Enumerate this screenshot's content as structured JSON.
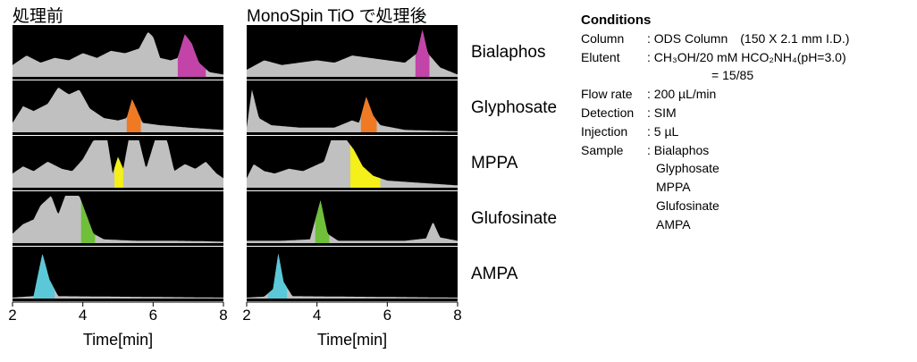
{
  "titles": {
    "left": "処理前",
    "right": "MonoSpin TiO で処理後"
  },
  "conditions": {
    "heading": "Conditions",
    "rows": [
      {
        "key": "Column",
        "value": ": ODS Column　(150 X 2.1 mm I.D.)"
      },
      {
        "key": "Elutent",
        "value": ": CH₃OH/20 mM HCO₂NH₄(pH=3.0)"
      },
      {
        "key": "",
        "value": "= 15/85",
        "indent": "far"
      },
      {
        "key": "Flow rate",
        "value": ": 200 µL/min"
      },
      {
        "key": "Detection",
        "value": ": SIM"
      },
      {
        "key": "Injection",
        "value": ": 5 µL"
      },
      {
        "key": "Sample",
        "value": ": Bialaphos"
      },
      {
        "key": "",
        "value": "Glyphosate",
        "indent": "sub"
      },
      {
        "key": "",
        "value": "MPPA",
        "indent": "sub"
      },
      {
        "key": "",
        "value": "Glufosinate",
        "indent": "sub"
      },
      {
        "key": "",
        "value": "AMPA",
        "indent": "sub"
      }
    ]
  },
  "chart_data": {
    "type": "area",
    "xlabel": "Time[min]",
    "xlim": [
      2,
      8
    ],
    "xticks": [
      2,
      4,
      6,
      8
    ],
    "panel_background": "#000000",
    "trace_color": "#c0c0c0",
    "compounds": [
      {
        "name": "Bialaphos",
        "color": "#c244a8",
        "before": {
          "peak_rt": 7.0,
          "highlight": [
            6.7,
            7.5
          ],
          "trace": [
            [
              2,
              0.25
            ],
            [
              2.4,
              0.45
            ],
            [
              2.8,
              0.3
            ],
            [
              3.2,
              0.4
            ],
            [
              3.6,
              0.35
            ],
            [
              4.0,
              0.5
            ],
            [
              4.4,
              0.4
            ],
            [
              4.8,
              0.55
            ],
            [
              5.2,
              0.5
            ],
            [
              5.6,
              0.6
            ],
            [
              5.85,
              0.95
            ],
            [
              6.0,
              0.85
            ],
            [
              6.2,
              0.4
            ],
            [
              6.5,
              0.35
            ],
            [
              6.7,
              0.4
            ],
            [
              6.9,
              0.9
            ],
            [
              7.1,
              0.7
            ],
            [
              7.3,
              0.3
            ],
            [
              7.6,
              0.1
            ],
            [
              8,
              0.05
            ]
          ]
        },
        "after": {
          "peak_rt": 7.0,
          "highlight": [
            6.8,
            7.2
          ],
          "trace": [
            [
              2,
              0.15
            ],
            [
              2.5,
              0.35
            ],
            [
              3.0,
              0.25
            ],
            [
              3.5,
              0.3
            ],
            [
              4.0,
              0.35
            ],
            [
              4.5,
              0.3
            ],
            [
              5.0,
              0.45
            ],
            [
              5.5,
              0.4
            ],
            [
              6.0,
              0.35
            ],
            [
              6.5,
              0.3
            ],
            [
              6.85,
              0.5
            ],
            [
              7.0,
              1.0
            ],
            [
              7.15,
              0.5
            ],
            [
              7.5,
              0.2
            ],
            [
              8,
              0.05
            ]
          ]
        }
      },
      {
        "name": "Glyphosate",
        "color": "#f07a24",
        "before": {
          "peak_rt": 5.4,
          "highlight": [
            5.25,
            5.65
          ],
          "trace": [
            [
              2,
              0.2
            ],
            [
              2.3,
              0.55
            ],
            [
              2.6,
              0.45
            ],
            [
              3.0,
              0.6
            ],
            [
              3.3,
              0.95
            ],
            [
              3.6,
              0.8
            ],
            [
              3.9,
              0.9
            ],
            [
              4.2,
              0.5
            ],
            [
              4.6,
              0.3
            ],
            [
              5.0,
              0.25
            ],
            [
              5.25,
              0.3
            ],
            [
              5.4,
              0.7
            ],
            [
              5.55,
              0.45
            ],
            [
              5.7,
              0.2
            ],
            [
              6.2,
              0.15
            ],
            [
              7,
              0.1
            ],
            [
              8,
              0.05
            ]
          ]
        },
        "after": {
          "peak_rt": 5.4,
          "highlight": [
            5.25,
            5.7
          ],
          "trace": [
            [
              2,
              0.1
            ],
            [
              2.15,
              0.9
            ],
            [
              2.35,
              0.3
            ],
            [
              2.7,
              0.15
            ],
            [
              3.5,
              0.1
            ],
            [
              4.5,
              0.1
            ],
            [
              5.0,
              0.25
            ],
            [
              5.2,
              0.2
            ],
            [
              5.4,
              0.75
            ],
            [
              5.6,
              0.35
            ],
            [
              5.8,
              0.15
            ],
            [
              6.5,
              0.05
            ],
            [
              8,
              0.02
            ]
          ]
        }
      },
      {
        "name": "MPPA",
        "color": "#f5ef1a",
        "before": {
          "peak_rt": 5.0,
          "highlight": [
            4.9,
            5.15
          ],
          "trace": [
            [
              2,
              0.3
            ],
            [
              2.3,
              0.45
            ],
            [
              2.6,
              0.35
            ],
            [
              3.0,
              0.55
            ],
            [
              3.4,
              0.4
            ],
            [
              3.7,
              0.35
            ],
            [
              4.0,
              0.6
            ],
            [
              4.3,
              1.0
            ],
            [
              4.7,
              1.0
            ],
            [
              4.85,
              0.3
            ],
            [
              5.0,
              0.65
            ],
            [
              5.15,
              0.4
            ],
            [
              5.3,
              1.0
            ],
            [
              5.6,
              1.0
            ],
            [
              5.8,
              0.4
            ],
            [
              6.05,
              1.0
            ],
            [
              6.4,
              1.0
            ],
            [
              6.6,
              0.35
            ],
            [
              6.9,
              0.5
            ],
            [
              7.2,
              0.4
            ],
            [
              7.5,
              0.55
            ],
            [
              7.8,
              0.3
            ],
            [
              8,
              0.2
            ]
          ]
        },
        "after": {
          "peak_rt": 5.1,
          "highlight": [
            4.95,
            5.8
          ],
          "trace": [
            [
              2,
              0.2
            ],
            [
              2.2,
              0.5
            ],
            [
              2.5,
              0.35
            ],
            [
              2.8,
              0.3
            ],
            [
              3.2,
              0.4
            ],
            [
              3.6,
              0.35
            ],
            [
              3.9,
              0.45
            ],
            [
              4.2,
              0.55
            ],
            [
              4.4,
              1.0
            ],
            [
              4.85,
              1.0
            ],
            [
              5.05,
              0.8
            ],
            [
              5.3,
              0.45
            ],
            [
              5.6,
              0.25
            ],
            [
              6.0,
              0.15
            ],
            [
              7,
              0.1
            ],
            [
              8,
              0.05
            ]
          ]
        }
      },
      {
        "name": "Glufosinate",
        "color": "#6fbf3a",
        "before": {
          "peak_rt": 4.0,
          "highlight": [
            3.95,
            4.35
          ],
          "trace": [
            [
              2,
              0.2
            ],
            [
              2.3,
              0.4
            ],
            [
              2.6,
              0.5
            ],
            [
              2.8,
              0.8
            ],
            [
              3.1,
              1.0
            ],
            [
              3.3,
              0.6
            ],
            [
              3.5,
              1.0
            ],
            [
              3.9,
              1.0
            ],
            [
              4.1,
              0.6
            ],
            [
              4.3,
              0.2
            ],
            [
              4.6,
              0.08
            ],
            [
              5.5,
              0.05
            ],
            [
              6.5,
              0.05
            ],
            [
              7.5,
              0.04
            ],
            [
              8,
              0.03
            ]
          ]
        },
        "after": {
          "peak_rt": 4.1,
          "highlight": [
            3.95,
            4.35
          ],
          "trace": [
            [
              2,
              0.05
            ],
            [
              3,
              0.05
            ],
            [
              3.8,
              0.08
            ],
            [
              4.1,
              0.9
            ],
            [
              4.3,
              0.2
            ],
            [
              4.6,
              0.05
            ],
            [
              5.5,
              0.05
            ],
            [
              6.5,
              0.05
            ],
            [
              7.1,
              0.1
            ],
            [
              7.3,
              0.45
            ],
            [
              7.5,
              0.12
            ],
            [
              8,
              0.05
            ]
          ]
        }
      },
      {
        "name": "AMPA",
        "color": "#5bc8d8",
        "before": {
          "peak_rt": 2.9,
          "highlight": [
            2.6,
            3.2
          ],
          "trace": [
            [
              2,
              0.02
            ],
            [
              2.6,
              0.05
            ],
            [
              2.85,
              0.95
            ],
            [
              3.05,
              0.4
            ],
            [
              3.3,
              0.05
            ],
            [
              8,
              0.02
            ]
          ]
        },
        "after": {
          "peak_rt": 2.9,
          "highlight": [
            2.6,
            3.15
          ],
          "trace": [
            [
              2,
              0.02
            ],
            [
              2.5,
              0.04
            ],
            [
              2.75,
              0.2
            ],
            [
              2.9,
              0.95
            ],
            [
              3.05,
              0.35
            ],
            [
              3.3,
              0.05
            ],
            [
              8,
              0.02
            ]
          ]
        }
      }
    ]
  }
}
